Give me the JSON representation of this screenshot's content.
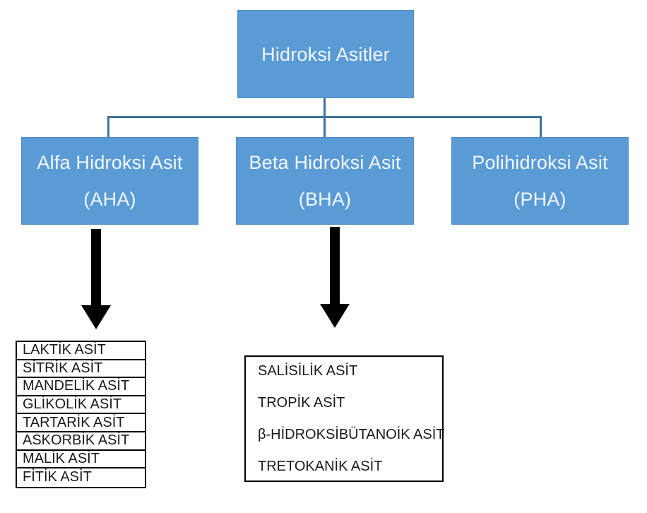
{
  "diagram": {
    "title": "Hidroksi Asitler",
    "root": {
      "label": "Hidroksi Asitler"
    },
    "children": {
      "aha": {
        "line1": "Alfa Hidroksi Asit",
        "line2": "(AHA)"
      },
      "bha": {
        "line1": "Beta Hidroksi Asit",
        "line2": "(BHA)"
      },
      "pha": {
        "line1": "Polihidroksi Asit",
        "line2": "(PHA)"
      }
    },
    "aha_acids": [
      "LAKTİK ASİT",
      "SİTRİK ASİT",
      "MANDELİK ASİT",
      "GLİKOLİK ASİT",
      "TARTARİK ASİT",
      "ASKORBİK ASİT",
      "MALİK ASİT",
      "FİTİK ASİT"
    ],
    "bha_acids": [
      "SALİSİLİK ASİT",
      "TROPİK ASİT",
      "β-HİDROKSİBÜTANOİK ASİT",
      "TRETOKANİK ASİT"
    ],
    "colors": {
      "box_fill": "#5b9bd5",
      "box_border": "#4e8ac2",
      "box_text": "#f2f8fd",
      "connector": "#41719c",
      "list_border": "#000000",
      "list_text": "#1a1a1a",
      "arrow": "#000000",
      "page_bg": "#ffffff"
    }
  }
}
